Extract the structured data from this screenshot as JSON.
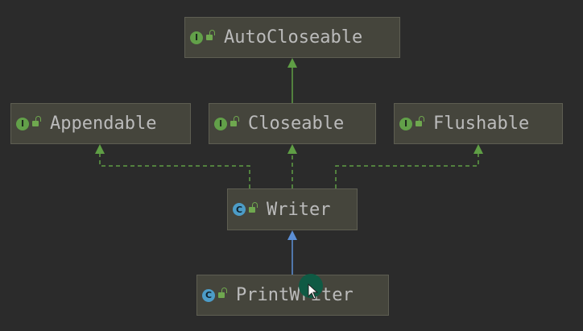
{
  "diagram": {
    "nodes": [
      {
        "id": "autocloseable",
        "label": "AutoCloseable",
        "kind": "interface",
        "badge": "I"
      },
      {
        "id": "appendable",
        "label": "Appendable",
        "kind": "interface",
        "badge": "I"
      },
      {
        "id": "closeable",
        "label": "Closeable",
        "kind": "interface",
        "badge": "I"
      },
      {
        "id": "flushable",
        "label": "Flushable",
        "kind": "interface",
        "badge": "I"
      },
      {
        "id": "writer",
        "label": "Writer",
        "kind": "class",
        "badge": "C"
      },
      {
        "id": "printwriter",
        "label": "PrintWriter",
        "kind": "class",
        "badge": "C"
      }
    ],
    "edges": [
      {
        "from": "closeable",
        "to": "autocloseable",
        "type": "extends"
      },
      {
        "from": "writer",
        "to": "appendable",
        "type": "implements"
      },
      {
        "from": "writer",
        "to": "closeable",
        "type": "implements"
      },
      {
        "from": "writer",
        "to": "flushable",
        "type": "implements"
      },
      {
        "from": "printwriter",
        "to": "writer",
        "type": "extends-class"
      }
    ],
    "colors": {
      "background": "#2b2b2b",
      "node_fill": "#45453c",
      "node_border": "#5e5e52",
      "text": "#bbbbbb",
      "interface_badge": "#62a049",
      "class_badge": "#4c9cc7",
      "interface_edge": "#5f9e45",
      "class_edge": "#5c8fd6"
    },
    "icons": {
      "interface": "interface-icon",
      "class": "class-icon",
      "visibility": "public-lock-icon",
      "cursor": "mouse-cursor-icon"
    }
  }
}
